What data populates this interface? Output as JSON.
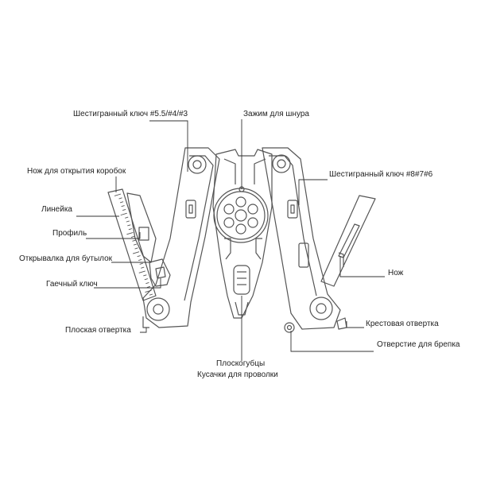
{
  "labels": {
    "hex_left": "Шестигранный ключ #5.5/#4/#3",
    "cord_clamp": "Зажим для шнура",
    "box_knife": "Нож для открытия коробок",
    "hex_right": "Шестигранный ключ #8#7#6",
    "ruler": "Линейка",
    "profile": "Профиль",
    "bottle_opener": "Открывалка для бутылок",
    "knife": "Нож",
    "wrench": "Гаечный ключ",
    "phillips": "Крестовая отвертка",
    "flat": "Плоская отвертка",
    "clip_hole": "Отверстие для брепка",
    "pliers": "Плоскогубцы",
    "wire_cutter": "Кусачки для проволки"
  }
}
